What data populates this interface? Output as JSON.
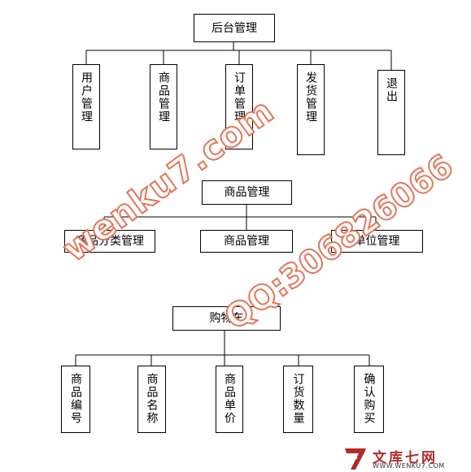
{
  "diagram1": {
    "root": "后台管理",
    "children": [
      "用户管理",
      "商品管理",
      "订单管理",
      "发货管理",
      "退出"
    ]
  },
  "diagram2": {
    "root": "商品管理",
    "children": [
      "商品分类管理",
      "商品管理",
      "单位管理"
    ]
  },
  "diagram3": {
    "root": "购物车",
    "children": [
      "商品编号",
      "商品名称",
      "商品单价",
      "订货数量",
      "确认购买"
    ]
  },
  "watermark": {
    "text1": "wenku7.com",
    "text2": "QQ:306826066"
  },
  "logo": {
    "name": "文库七网",
    "url": "WWW.WENKU7.COM",
    "colors": {
      "brand": "#b22a2a",
      "watermark": "#e2775a"
    }
  }
}
